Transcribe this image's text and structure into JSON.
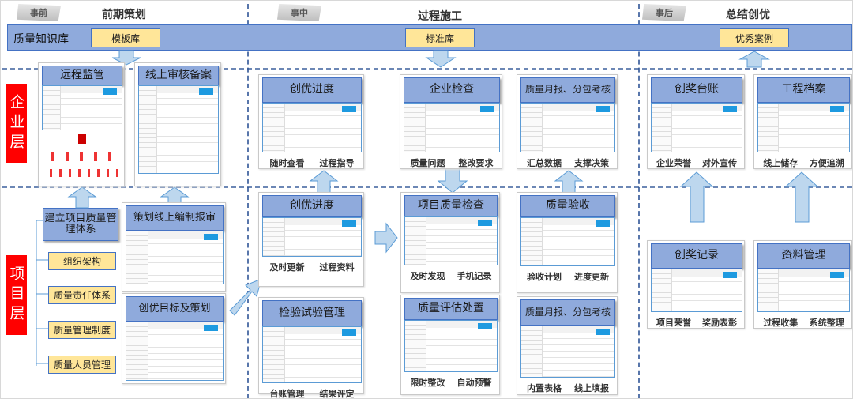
{
  "phases": [
    {
      "flag": "事前",
      "title": "前期策划"
    },
    {
      "flag": "事中",
      "title": "过程施工"
    },
    {
      "flag": "事后",
      "title": "总结创优"
    }
  ],
  "knowledge_bar": {
    "label": "质量知识库",
    "items": [
      "模板库",
      "标准库",
      "优秀案例"
    ]
  },
  "layers": {
    "enterprise": "企业层",
    "project": "项目层"
  },
  "system": {
    "title": "建立项目质量管理体系",
    "items": [
      "组织架构",
      "质量责任体系",
      "质量管理制度",
      "质量人员管理"
    ]
  },
  "cards": [
    {
      "title": "远程监管",
      "captions": []
    },
    {
      "title": "线上审核备案",
      "captions": []
    },
    {
      "title": "创优进度",
      "captions": [
        "随时查看",
        "过程指导"
      ]
    },
    {
      "title": "企业检查",
      "captions": [
        "质量问题",
        "整改要求"
      ]
    },
    {
      "title": "质量月报、分包考核",
      "captions": [
        "汇总数据",
        "支撑决策"
      ]
    },
    {
      "title": "创奖台账",
      "captions": [
        "企业荣誉",
        "对外宣传"
      ]
    },
    {
      "title": "工程档案",
      "captions": [
        "线上储存",
        "方便追溯"
      ]
    },
    {
      "title": "策划线上编制报审",
      "captions": []
    },
    {
      "title": "创优目标及策划",
      "captions": []
    },
    {
      "title": "创优进度",
      "captions": [
        "及时更新",
        "过程资料"
      ]
    },
    {
      "title": "检验试验管理",
      "captions": [
        "台账管理",
        "结果评定"
      ]
    },
    {
      "title": "项目质量检查",
      "captions": [
        "及时发现",
        "手机记录"
      ]
    },
    {
      "title": "质量评估处置",
      "captions": [
        "限时整改",
        "自动预警"
      ]
    },
    {
      "title": "质量验收",
      "captions": [
        "验收计划",
        "进度更新"
      ]
    },
    {
      "title": "质量月报、分包考核",
      "captions": [
        "内置表格",
        "线上填报"
      ]
    },
    {
      "title": "创奖记录",
      "captions": [
        "项目荣誉",
        "奖励表彰"
      ]
    },
    {
      "title": "资料管理",
      "captions": [
        "过程收集",
        "系统整理"
      ]
    }
  ]
}
